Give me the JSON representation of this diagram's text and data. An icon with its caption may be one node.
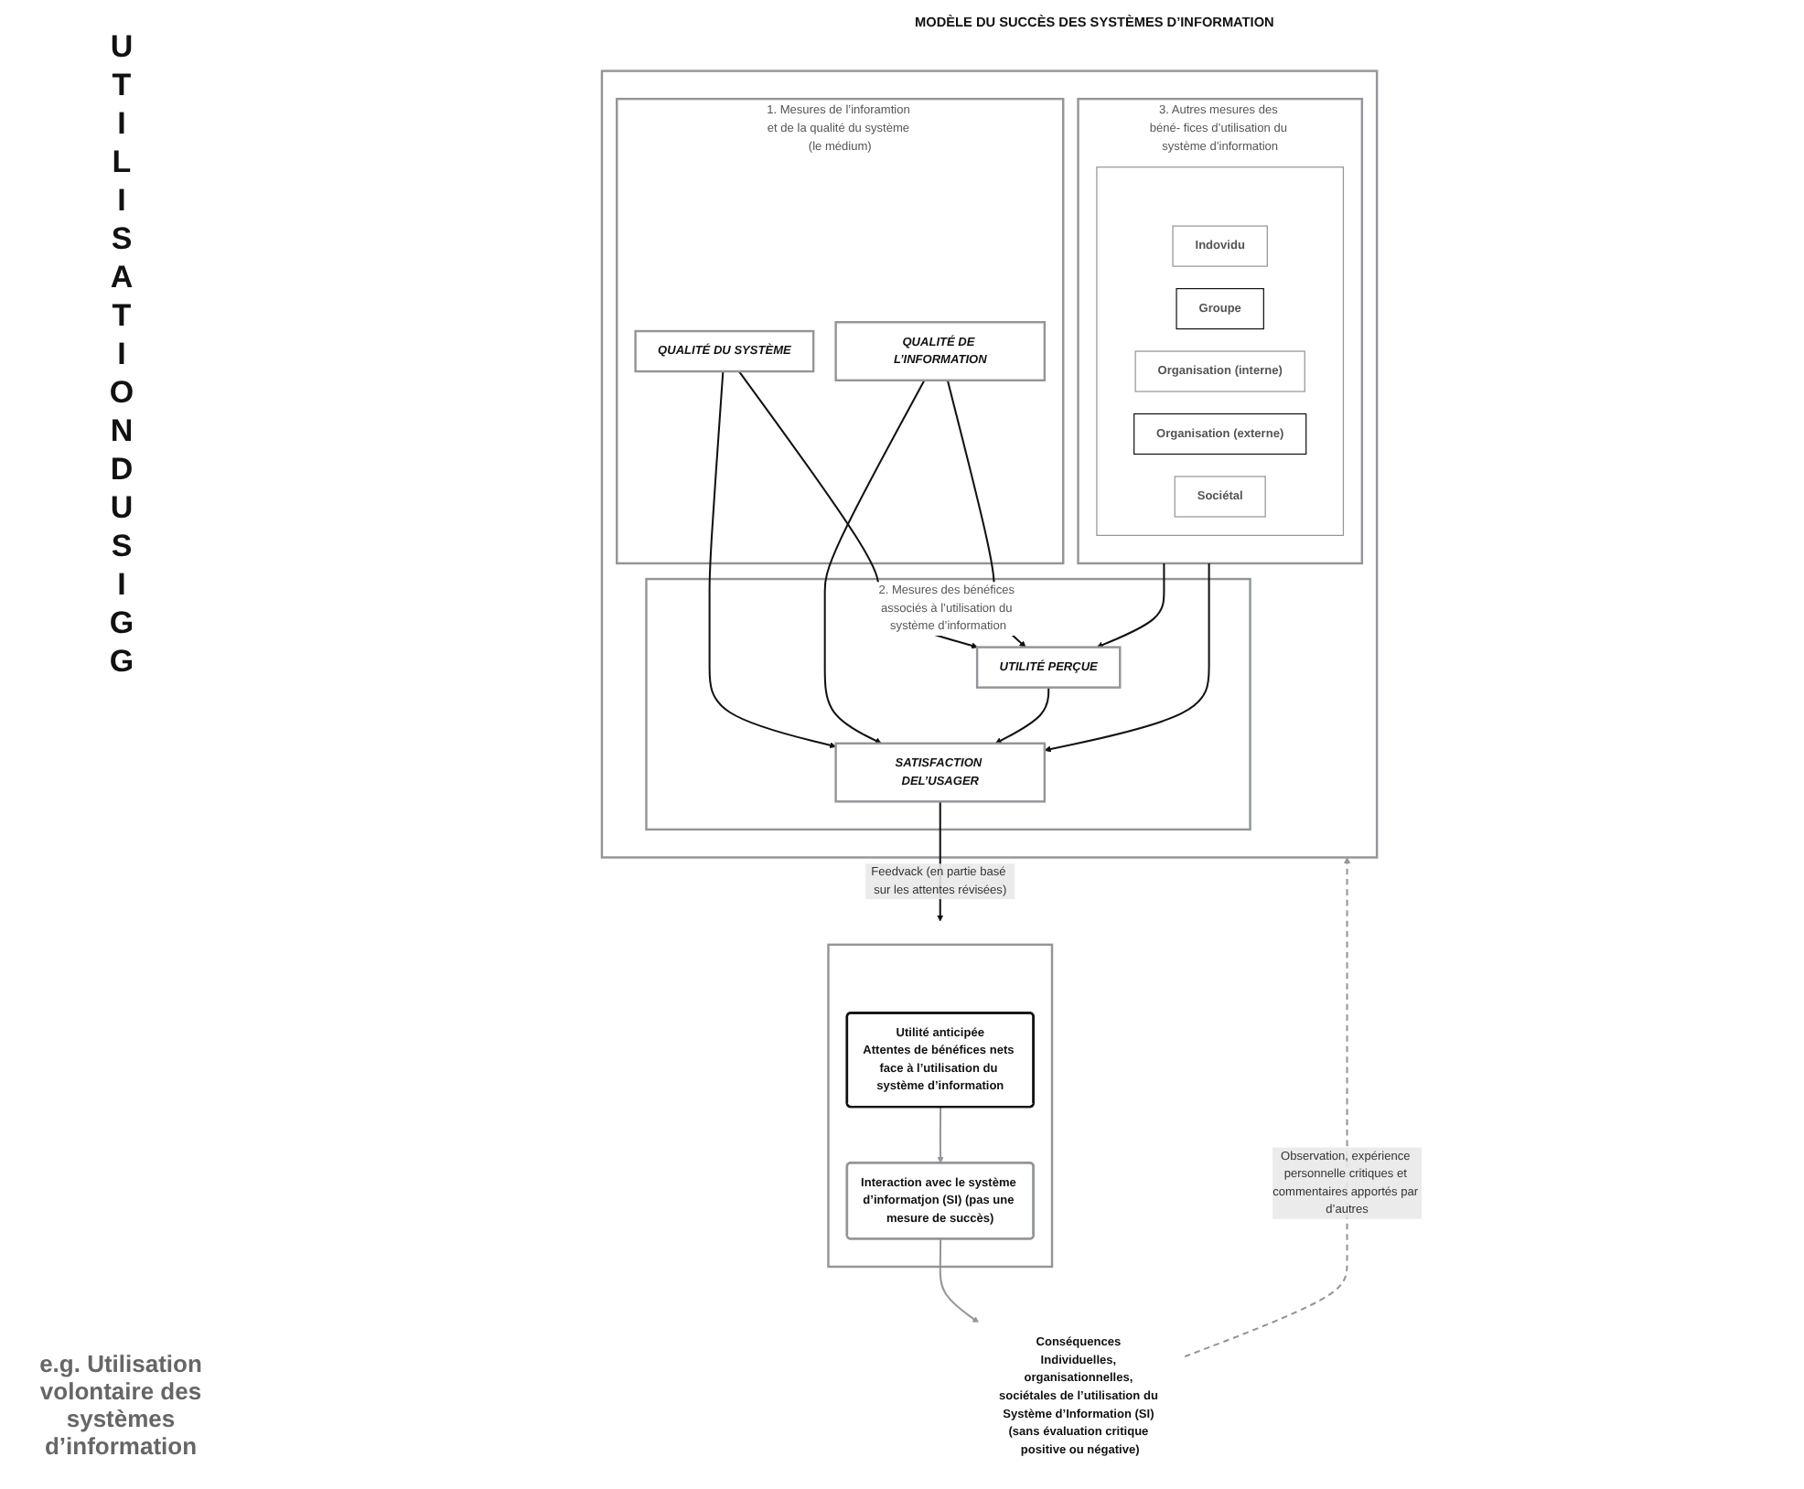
{
  "diagram": {
    "nodes": [
      {
        "text": [],
        "shape": "box"
      },
      {
        "text": [
          "Utilité anticipée",
          "Attentes de bénéfices nets face à l’utilisation du système d’information"
        ],
        "in": 0
      },
      {
        "text": [
          "Interaction avec le système d’informatjon (SI) (pas une mesure de succès)"
        ],
        "in": 0
      },
      {
        "text": [
          "Conséquences Individuelles, organisationnelles, sociétales de l’utilisation du Système d’Information (SI) (sans évaluation critique positive ou négative)"
        ]
      },
      {
        "text": [
          "MODÈLE DU SUCCÈS DES SYSTÈMES D’INFORMATION"
        ]
      },
      {
        "text": [
          "1. Mesures de l’inforamtion et de la qualité du système (le médium)"
        ],
        "in": 4
      },
      {
        "text": [
          "QUALITÉ DU SYSTÈME"
        ],
        "in": 5
      },
      {
        "text": [
          "QUALITÉ DE L’INFORMATION"
        ],
        "in": 5
      },
      {
        "text": [
          "2. Mesures des bénéfices associés à l’utilisation du système d’information"
        ],
        "in": 4
      },
      {
        "text": [
          "UTILITÉ PERÇUE"
        ],
        "in": 8
      },
      {
        "text": [
          "SATISFACTION DEL’USAGER"
        ],
        "in": 8
      },
      {
        "text": [
          "3. Autres mesures des béné- fices d’utilisation du système d’information"
        ],
        "in": 4
      },
      {
        "text": [],
        "shape": "box",
        "in": 11
      },
      {
        "text": [
          "Indovidu"
        ],
        "in": 12
      },
      {
        "text": [
          "Groupe"
        ],
        "in": 12
      },
      {
        "text": [
          "Organisation (interne)"
        ],
        "in": 12
      },
      {
        "text": [
          "Organisation (externe)"
        ],
        "in": 12
      },
      {
        "text": [
          "Sociétal"
        ],
        "in": 12
      }
    ],
    "edges": [
      {
        "from": 1,
        "to": 2,
        "arrow": "to",
        "color": "#939598"
      },
      {
        "from": 2,
        "to": 3,
        "arrow": "to",
        "color": "#939598"
      },
      {
        "from": 3,
        "to": 4,
        "arrow": "to",
        "label": "Observation, expérience personnelle critiques et commentaires apportés par d’autres",
        "style": "dashed",
        "color": "#939598"
      },
      {
        "from": 6,
        "to": 9,
        "arrow": "to"
      },
      {
        "from": 6,
        "to": 10,
        "arrow": "to"
      },
      {
        "from": 7,
        "to": 9,
        "arrow": "to"
      },
      {
        "from": 7,
        "to": 10,
        "arrow": "to"
      },
      {
        "from": 9,
        "to": 10,
        "arrow": "to"
      },
      {
        "from": 11,
        "to": 9,
        "arrow": "to"
      },
      {
        "from": 11,
        "to": 10,
        "arrow": "to"
      },
      {
        "from": 10,
        "to": 0,
        "arrow": "to",
        "label": "Feedvack (en partie basé sur les attentes révisées)"
      }
    ],
    "labels": [
      "UTILISATIONDUSIGG",
      "e.g. Utilisation volontaire des systèmes d’information"
    ]
  }
}
